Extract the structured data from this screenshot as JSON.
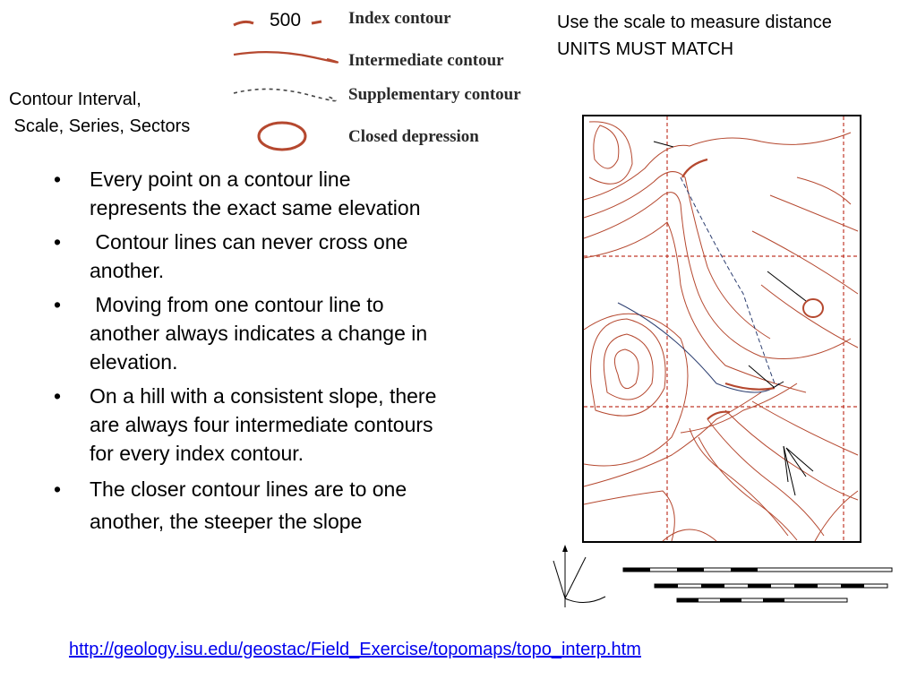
{
  "legend": {
    "index_value": "500",
    "items": [
      {
        "label": "Index contour",
        "style": "index"
      },
      {
        "label": "Intermediate contour",
        "style": "intermediate"
      },
      {
        "label": "Supplementary contour",
        "style": "supplementary"
      },
      {
        "label": "Closed depression",
        "style": "depression"
      }
    ]
  },
  "heading_left": "Contour Interval,\n Scale, Series, Sectors",
  "heading_right": {
    "line1": "Use the scale to measure distance",
    "line2": "UNITS MUST MATCH"
  },
  "bullets": [
    "Every point on a contour line represents the exact same elevation",
    " Contour lines can never cross one another.",
    " Moving from one contour line to another always indicates a change in elevation.",
    "On a hill with a consistent slope, there are always four intermediate contours for every index contour.",
    "The closer contour lines are to one another, the steeper the slope"
  ],
  "bullet_symbol": "•",
  "footer_link": "http://geology.isu.edu/geostac/Field_Exercise/topomaps/topo_interp.htm",
  "colors": {
    "contour": "#b5482f",
    "gridline": "#c0392b",
    "link": "#0000ee"
  }
}
